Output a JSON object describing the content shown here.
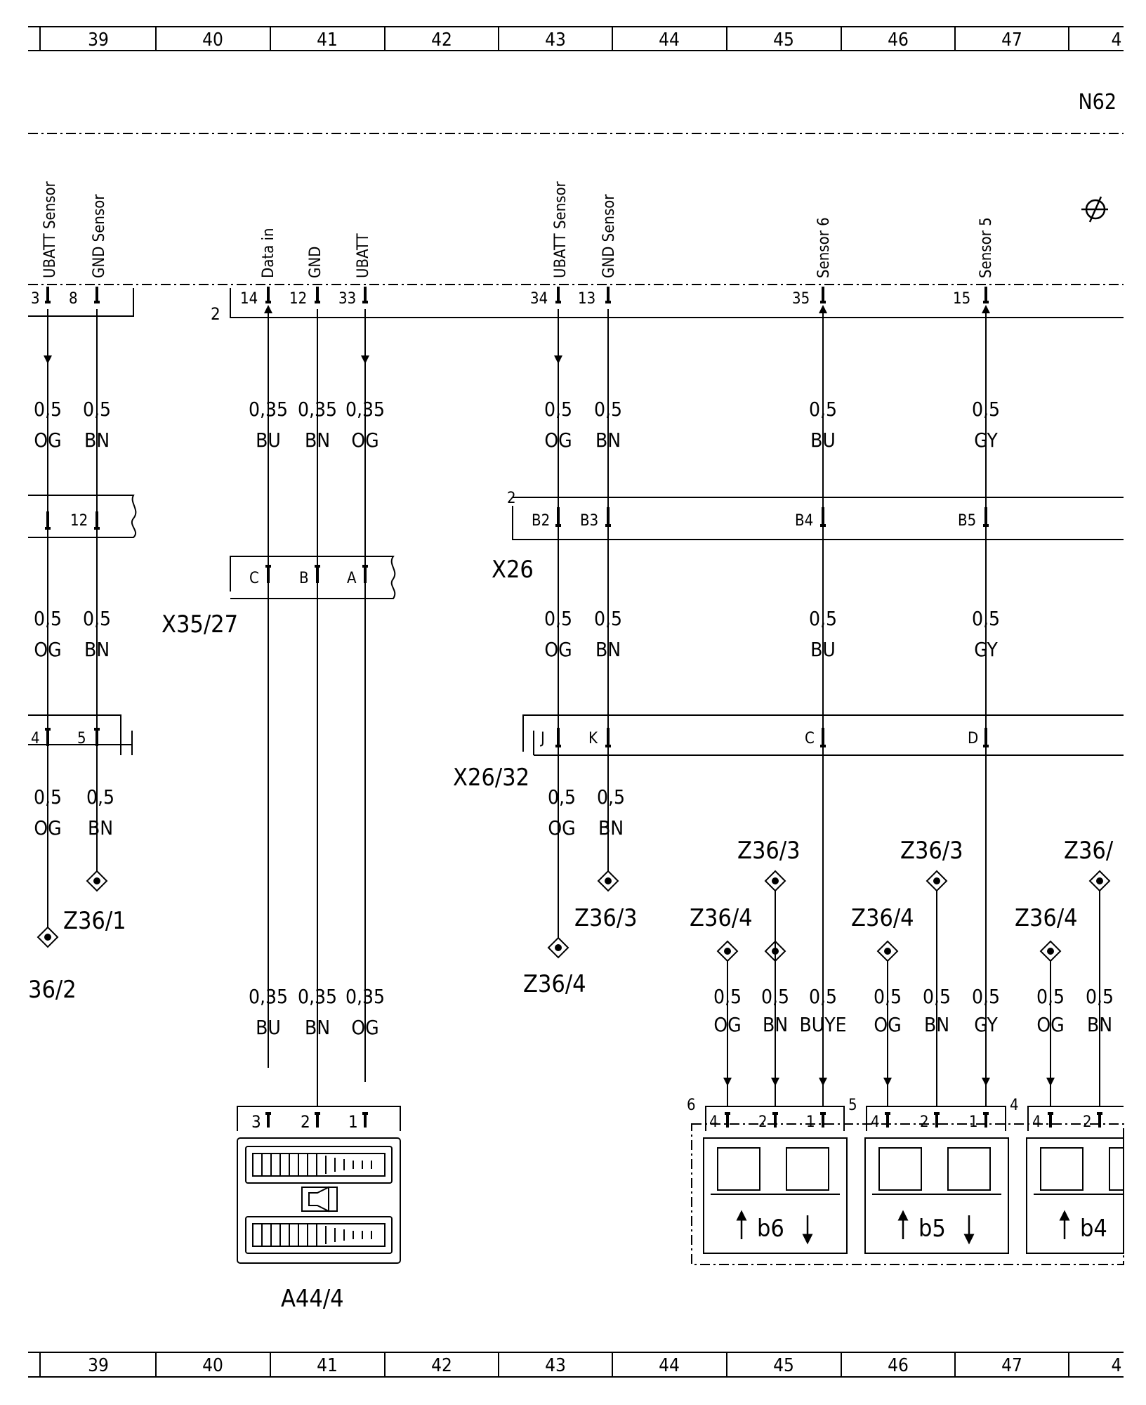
{
  "grid": {
    "columns": [
      "39",
      "40",
      "41",
      "42",
      "43",
      "44",
      "45",
      "46",
      "47",
      "4"
    ]
  },
  "component_label": "N62",
  "signal_labels": {
    "ubatt_sensor_a": "UBATT Sensor",
    "gnd_sensor_a": "GND Sensor",
    "data_in": "Data in",
    "gnd": "GND",
    "ubatt": "UBATT",
    "ubatt_sensor_b": "UBATT Sensor",
    "gnd_sensor_b": "GND Sensor",
    "sensor6": "Sensor 6",
    "sensor5": "Sensor 5"
  },
  "main_connector": {
    "label": "2",
    "pins": {
      "p3": "3",
      "p8": "8",
      "p14": "14",
      "p12": "12",
      "p33": "33",
      "p34": "34",
      "p13": "13",
      "p35": "35",
      "p15": "15"
    }
  },
  "wires": {
    "seg1": {
      "w1": {
        "size": "0,5",
        "color": "OG"
      },
      "w2": {
        "size": "0,5",
        "color": "BN"
      },
      "w3": {
        "size": "0,35",
        "color": "BU"
      },
      "w4": {
        "size": "0,35",
        "color": "BN"
      },
      "w5": {
        "size": "0,35",
        "color": "OG"
      },
      "w6": {
        "size": "0,5",
        "color": "OG"
      },
      "w7": {
        "size": "0,5",
        "color": "BN"
      },
      "w8": {
        "size": "0,5",
        "color": "BU"
      },
      "w9": {
        "size": "0,5",
        "color": "GY"
      }
    },
    "seg2": {
      "w1": {
        "size": "0,5",
        "color": "OG"
      },
      "w2": {
        "size": "0,5",
        "color": "BN"
      },
      "w6": {
        "size": "0,5",
        "color": "OG"
      },
      "w7": {
        "size": "0,5",
        "color": "BN"
      },
      "w8": {
        "size": "0,5",
        "color": "BU"
      },
      "w9": {
        "size": "0,5",
        "color": "GY"
      }
    },
    "seg3": {
      "w1": {
        "size": "0,5",
        "color": "OG"
      },
      "w2": {
        "size": "0,5",
        "color": "BN"
      },
      "w6": {
        "size": "0,5",
        "color": "OG"
      },
      "w7": {
        "size": "0,5",
        "color": "BN"
      }
    },
    "a44": {
      "w3": {
        "size": "0,35",
        "color": "BU"
      },
      "w4": {
        "size": "0,35",
        "color": "BN"
      },
      "w5": {
        "size": "0,35",
        "color": "OG"
      }
    },
    "sensors": {
      "s6a": {
        "size": "0,5",
        "color": "OG"
      },
      "s6b": {
        "size": "0,5",
        "color": "BN"
      },
      "s6c": {
        "size": "0,5",
        "color": "BUYE"
      },
      "s5a": {
        "size": "0,5",
        "color": "OG"
      },
      "s5b": {
        "size": "0,5",
        "color": "BN"
      },
      "s5c": {
        "size": "0,5",
        "color": "GY"
      },
      "s4a": {
        "size": "0,5",
        "color": "OG"
      },
      "s4b": {
        "size": "0,5",
        "color": "BN"
      }
    }
  },
  "connectors": {
    "left_mid": {
      "pin": "12"
    },
    "left_low": {
      "pin_a": "4",
      "pin_b": "5"
    },
    "x35_27": {
      "label": "X35/27",
      "pins": [
        "C",
        "B",
        "A"
      ]
    },
    "x26": {
      "label": "X26",
      "num": "2",
      "pins": [
        "B2",
        "B3",
        "B4",
        "B5"
      ]
    },
    "x26_32": {
      "label": "X26/32",
      "pins": [
        "J",
        "K",
        "C",
        "D"
      ]
    }
  },
  "grounds": {
    "g1": "Z36/1",
    "g2": "36/2",
    "g3": "Z36/3",
    "g4": "Z36/4",
    "s6_g3": "Z36/3",
    "s6_g4": "Z36/4",
    "s5_g3": "Z36/3",
    "s5_g4": "Z36/4",
    "s4_g3": "Z36/",
    "s4_g4": "Z36/4"
  },
  "a44": {
    "label": "A44/4",
    "pins": [
      "3",
      "2",
      "1"
    ]
  },
  "sensor_blocks": {
    "s6": {
      "num": "6",
      "pins": [
        "4",
        "2",
        "1"
      ],
      "name": "b6"
    },
    "s5": {
      "num": "5",
      "pins": [
        "4",
        "2",
        "1"
      ],
      "name": "b5"
    },
    "s4": {
      "num": "4",
      "pins": [
        "4",
        "2"
      ],
      "name": "b4"
    }
  }
}
